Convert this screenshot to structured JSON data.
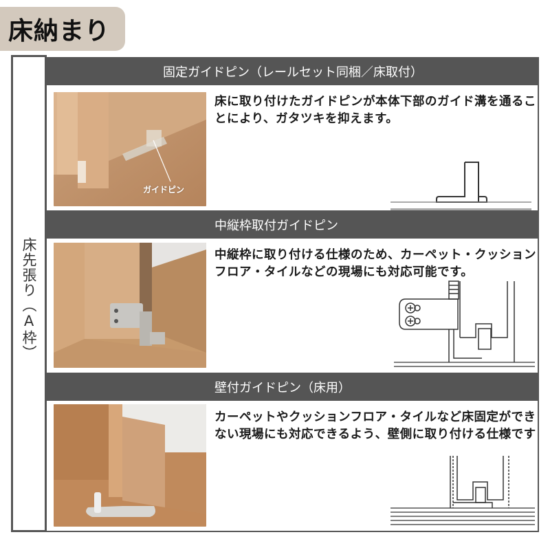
{
  "page": {
    "title": "床納まり",
    "side_label": "床先張り（A枠）"
  },
  "sections": [
    {
      "header": "固定ガイドピン（レールセット同梱／床取付）",
      "description": "床に取り付けたガイドピンが本体下部のガイド溝を通ることにより、ガタツキを抑えます。",
      "photo_caption": "ガイドピン",
      "photo_alt": "floor-fixed guide pin under sliding door",
      "diagram": "floor-mounted guide pin cross-section"
    },
    {
      "header": "中縦枠取付ガイドピン",
      "description": "中縦枠に取り付ける仕様のため、カーペット・クッションフロア・タイルなどの現場にも対応可能です。",
      "photo_alt": "guide pin mounted to center vertical frame",
      "diagram": "frame-mounted guide pin with two screws cross-section"
    },
    {
      "header": "壁付ガイドピン（床用）",
      "description": "カーペットやクッションフロア・タイルなど床固定ができない現場にも対応できるよう、壁側に取り付ける仕様です",
      "photo_alt": "wall-mounted guide pin with floor plate",
      "diagram": "wall-mounted guide pin cross-section"
    }
  ],
  "colors": {
    "badge_bg": "#d3c9bd",
    "header_bg": "#555555",
    "header_text": "#ffffff",
    "border": "#555555",
    "wood": "#c99a6a"
  }
}
